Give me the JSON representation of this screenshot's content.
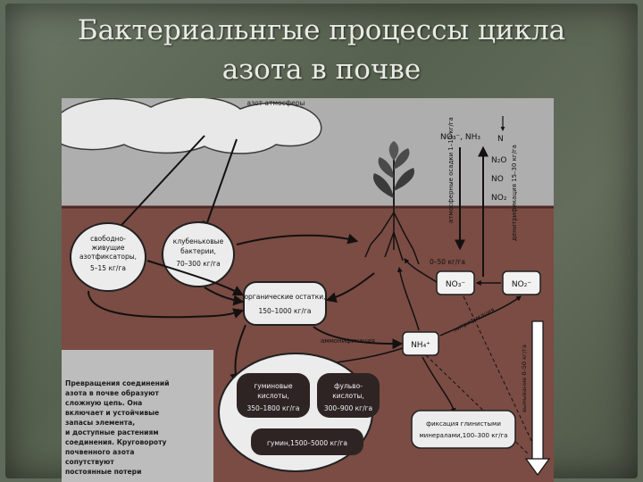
{
  "slide": {
    "title_line1": "Бактериальнгые процессы цикла",
    "title_line2": "азота в почве"
  },
  "diagram": {
    "atmosphere_label": "азот атмосферы",
    "gases_left": "NO₃⁻, NH₃",
    "gases_right": [
      "N",
      "N₂O",
      "NO",
      "NO₂"
    ],
    "deposition_label": "атмосферные осадки 1–10 кг/га",
    "denitrification_loss_label": "денитрификация 15–30 кг/га",
    "free_fixers": [
      "свободно-",
      "живущие",
      "азотфиксаторы,",
      "5–15 кг/га"
    ],
    "nodule_bacteria": [
      "клубеньковые",
      "бактерии,",
      "70–300 кг/га"
    ],
    "organic_residues": [
      "органические остатки,",
      "150–1000 кг/га"
    ],
    "nitrate_uptake": "0–50 кг/га",
    "no3_node": "NO₃⁻",
    "no2_node": "NO₂⁻",
    "nh4_node": "NH₄⁺",
    "ammonification_label": "аммонификация",
    "nitrification_label": "нитрификация",
    "leaching_label": "вымывание 0–50 кг/га",
    "humic_acids": [
      "гуминовые",
      "кислоты,",
      "350–1800 кг/га"
    ],
    "fulvic_acids": [
      "фульво-",
      "кислоты,",
      "300–900 кг/га"
    ],
    "humins": "гумин,1500–5000 кг/га",
    "clay_fixation": [
      "фиксация глинистыми",
      "минералами,100–300 кг/га"
    ],
    "note_lines": [
      "Превращения соединений",
      "азота в почве образуют",
      "сложную цепь. Она",
      "включает и устойчивые",
      "запасы элемента,",
      "и доступные растениям",
      "соединения. Круговороту",
      "почвенного азота",
      "сопутствуют",
      "постоянные потери"
    ]
  }
}
